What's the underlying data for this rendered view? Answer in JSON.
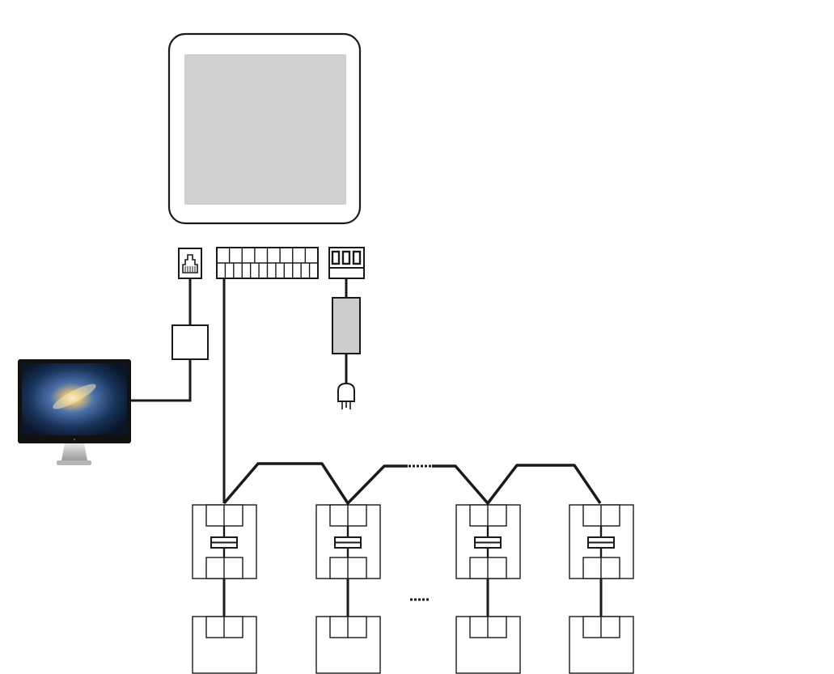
{
  "diagram": {
    "colors": {
      "line": "#1a1a1a",
      "screen_fill": "#d0d0d0",
      "adapter_fill": "#cdcdcd",
      "background": "#ffffff",
      "monitor_bezel": "#111111",
      "monitor_stand": "#c8c8c8"
    },
    "components": {
      "touch_panel": "touch-panel-device",
      "rj45_port": "ethernet-port-icon",
      "terminal_block": "terminal-block-connector",
      "power_connector": "power-connector-icon",
      "network_adapter": "network-adapter-box",
      "power_supply": "power-adapter-brick",
      "plug": "power-plug-icon",
      "computer": "desktop-monitor",
      "bus_devices": 4,
      "loads_per_device": 1
    },
    "continuation_marks": [
      "bus-continuation",
      "device-continuation"
    ]
  }
}
